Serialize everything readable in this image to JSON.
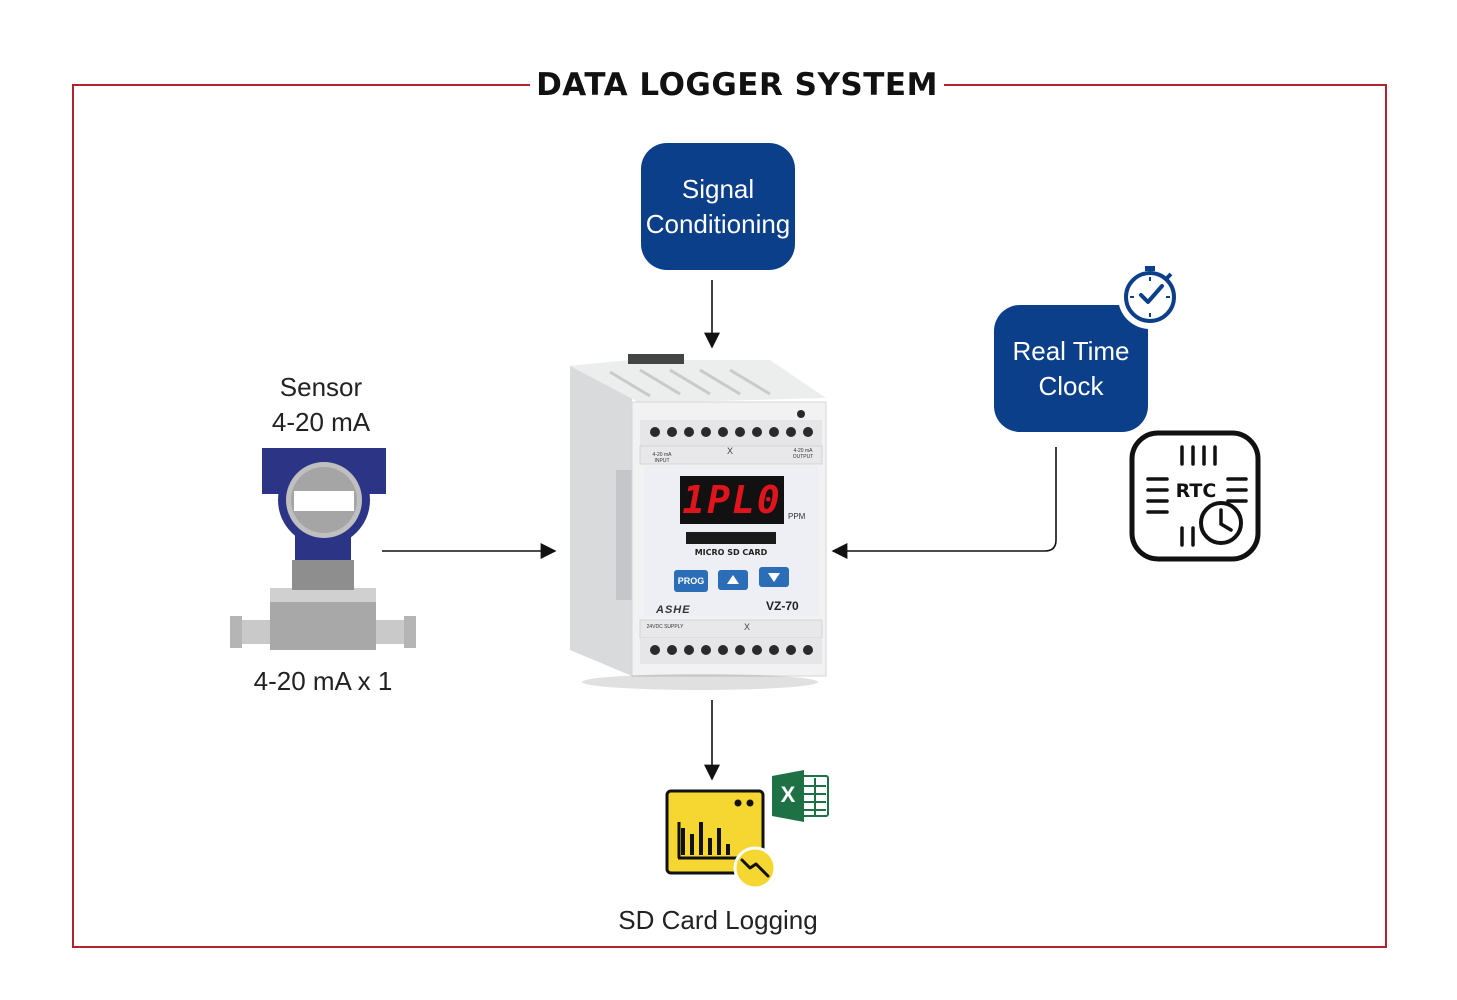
{
  "title": "DATA LOGGER SYSTEM",
  "signal_box": {
    "line1": "Signal",
    "line2": "Conditioning"
  },
  "rtc_box": {
    "line1": "Real Time",
    "line2": "Clock"
  },
  "rtc_chip_label": "RTC",
  "sensor": {
    "line1": "Sensor",
    "line2": "4-20 mA",
    "caption": "4-20 mA x 1"
  },
  "device": {
    "display": "1PL0",
    "unit": "PPM",
    "sd_label": "MICRO SD CARD",
    "prog_button": "PROG",
    "brand": "ASHE",
    "model": "VZ-70",
    "terminal_mark_top": "X",
    "terminal_mark_bottom": "X",
    "input_label": "4-20 mA INPUT",
    "output_label": "4-20 mA OUTPUT",
    "supply_label": "24VDC SUPPLY"
  },
  "logging": {
    "caption": "SD Card Logging",
    "excel_letter": "X"
  },
  "colors": {
    "frame": "#b0222e",
    "box": "#0c3f8a",
    "display": "#e0141c",
    "yellow": "#f6d631",
    "excel": "#1e7145"
  }
}
